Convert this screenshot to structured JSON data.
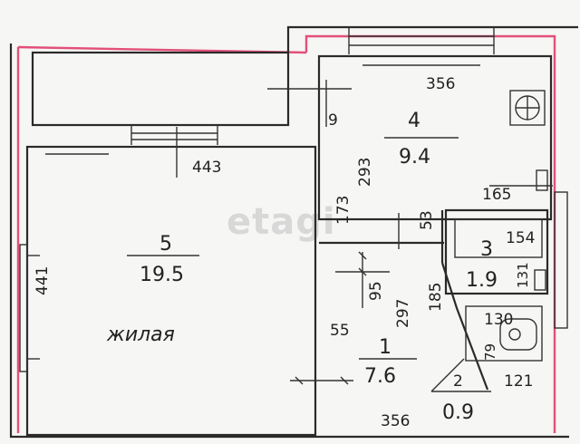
{
  "watermark": "etagi",
  "rooms": [
    {
      "number": "5",
      "area": "19.5",
      "label": "жилая"
    },
    {
      "number": "4",
      "area": "9.4"
    },
    {
      "number": "3",
      "area": "1.9"
    },
    {
      "number": "1",
      "area": "7.6"
    },
    {
      "number": "2",
      "area": "0.9"
    }
  ],
  "dimensions": {
    "d356_top": "356",
    "d356_bottom": "356",
    "d443": "443",
    "d441": "441",
    "d293": "293",
    "d173": "173",
    "d53": "53",
    "d165": "165",
    "d154": "154",
    "d131": "131",
    "d95": "95",
    "d55": "55",
    "d297": "297",
    "d185": "185",
    "d130": "130",
    "d79": "79",
    "d121": "121",
    "d9": "9"
  }
}
